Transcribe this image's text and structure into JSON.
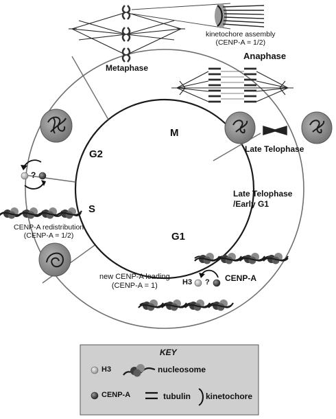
{
  "cycle": {
    "phases": {
      "m": "M",
      "g1": "G1",
      "s": "S",
      "g2": "G2"
    },
    "stage_labels": {
      "metaphase": "Metaphase",
      "anaphase": "Anaphase",
      "late_telophase": "Late Telophase",
      "late_telophase_early_g1_line1": "Late Telophase",
      "late_telophase_early_g1_line2": "/Early G1"
    },
    "annotations": {
      "kinetochore_assembly_line1": "kinetochore assembly",
      "kinetochore_assembly_line2": "(CENP-A = 1/2)",
      "new_loading_line1": "new CENP-A loading",
      "new_loading_line2": "(CENP-A = 1)",
      "redistribution_line1": "CENP-A redistribution",
      "redistribution_line2": "(CENP-A = 1/2)",
      "h3": "H3",
      "question": "?",
      "cenpa": "CENP-A"
    }
  },
  "key": {
    "title": "KEY",
    "h3": "H3",
    "nucleosome": "nucleosome",
    "cenpa": "CENP-A",
    "tubulin": "tubulin",
    "kinetochore": "kinetochore"
  },
  "colors": {
    "h3_sphere": "#b5b5b5",
    "cenpa_sphere": "#4a4a4a",
    "nucleus_fill": "#8f8f8f",
    "key_background": "#cfcfcf",
    "ring_line": "#6e6e6e"
  }
}
